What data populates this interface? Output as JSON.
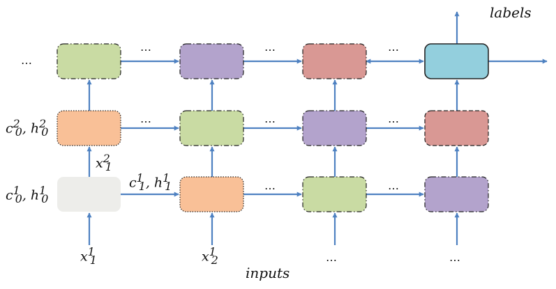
{
  "labels_text": "labels",
  "inputs_text": "inputs",
  "ellipsis": "…",
  "math": {
    "c": "c",
    "h": "h",
    "x": "x",
    "comma": ", ",
    "row2_state": {
      "c_sup": "2",
      "c_sub": "0",
      "h_sup": "2",
      "h_sub": "0"
    },
    "row1_state": {
      "c_sup": "1",
      "c_sub": "0",
      "h_sup": "1",
      "h_sub": "0"
    },
    "mid_state": {
      "c_sup": "1",
      "c_sub": "1",
      "h_sup": "1",
      "h_sub": "1"
    },
    "x12": {
      "sup": "2",
      "sub": "1"
    },
    "x11": {
      "sup": "1",
      "sub": "1"
    },
    "x21": {
      "sup": "1",
      "sub": "2"
    }
  },
  "colors": {
    "green": "#c9dba3",
    "purple": "#b3a3cc",
    "red": "#d99894",
    "blue": "#93cfdd",
    "orange": "#f9c097",
    "gray": "#ededea",
    "arrow": "#4e81c1"
  },
  "cells": [
    {
      "name": "cell-l3-c1",
      "fill": "green",
      "border": "dashdot"
    },
    {
      "name": "cell-l3-c2",
      "fill": "purple",
      "border": "dashdot"
    },
    {
      "name": "cell-l3-c3",
      "fill": "red",
      "border": "dashdot"
    },
    {
      "name": "cell-l3-c4",
      "fill": "blue",
      "border": "solid"
    },
    {
      "name": "cell-l2-c1",
      "fill": "orange",
      "border": "dotted"
    },
    {
      "name": "cell-l2-c2",
      "fill": "green",
      "border": "dashdot"
    },
    {
      "name": "cell-l2-c3",
      "fill": "purple",
      "border": "dashdot"
    },
    {
      "name": "cell-l2-c4",
      "fill": "red",
      "border": "dashed"
    },
    {
      "name": "cell-l1-c1",
      "fill": "gray",
      "border": "none"
    },
    {
      "name": "cell-l1-c2",
      "fill": "orange",
      "border": "dotted"
    },
    {
      "name": "cell-l1-c3",
      "fill": "green",
      "border": "dashdot"
    },
    {
      "name": "cell-l1-c4",
      "fill": "purple",
      "border": "dashdot"
    }
  ]
}
